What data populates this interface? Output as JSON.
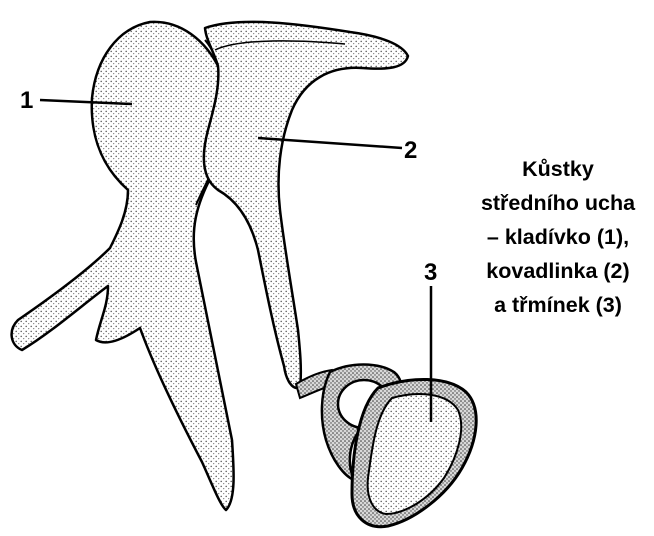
{
  "labels": [
    "1",
    "2",
    "3"
  ],
  "caption_lines": [
    "Kůstky",
    "středního ucha",
    "– kladívko (1),",
    "kovadlinka (2)",
    "a třmínek (3)"
  ],
  "colors": {
    "ink": "#000000",
    "paper": "#ffffff",
    "stipple": "#6b6b6b"
  }
}
